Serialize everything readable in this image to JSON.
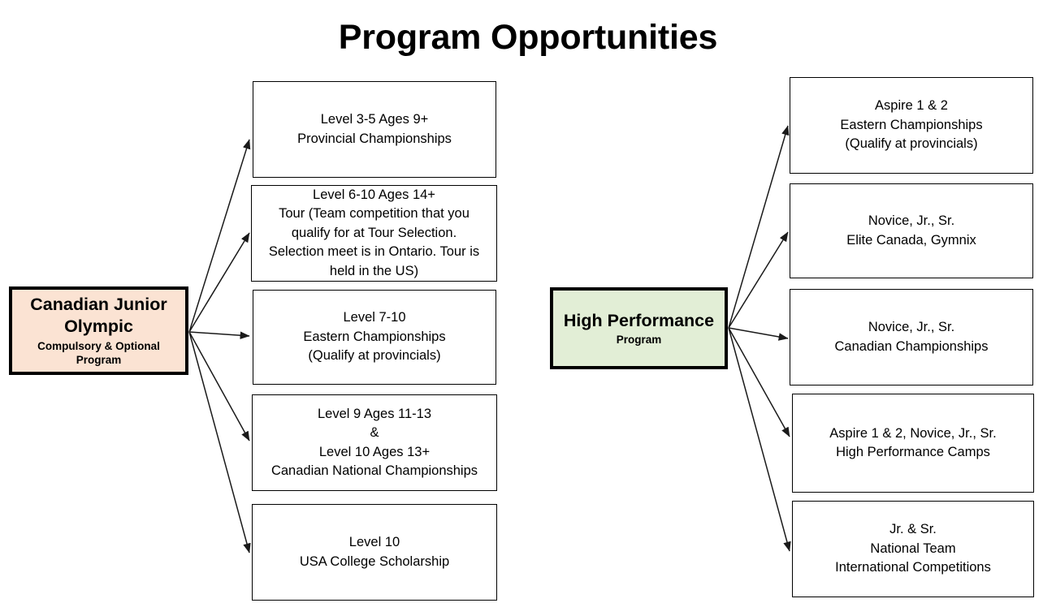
{
  "title": "Program Opportunities",
  "colors": {
    "background": "#ffffff",
    "outline": "#000000",
    "text": "#000000",
    "cjo_fill": "#fbe3d3",
    "hp_fill": "#e2eed6"
  },
  "sources": [
    {
      "id": "canadian-junior-olympic",
      "main": "Canadian Junior\nOlympic",
      "sub": "Compulsory & Optional\nProgram",
      "fill": "#fbe3d3"
    },
    {
      "id": "high-performance",
      "main": "High Performance",
      "sub": "Program",
      "fill": "#e2eed6"
    }
  ],
  "left_branch": {
    "source": "Canadian Junior Olympic",
    "items": [
      {
        "id": "level-3-5",
        "text": "Level 3-5 Ages 9+\nProvincial Championships"
      },
      {
        "id": "level-6-10-tour",
        "text": "Level 6-10 Ages 14+\nTour (Team competition that you\nqualify for at Tour Selection.\nSelection meet is in Ontario. Tour is\nheld in the US)"
      },
      {
        "id": "level-7-10-eastern",
        "text": "Level 7-10\nEastern Championships\n(Qualify at provincials)"
      },
      {
        "id": "level-9-10-nationals",
        "text": "Level 9 Ages 11-13\n&\nLevel 10 Ages 13+\nCanadian National Championships"
      },
      {
        "id": "level-10-scholarship",
        "text": "Level 10\nUSA College Scholarship"
      }
    ]
  },
  "right_branch": {
    "source": "High Performance",
    "items": [
      {
        "id": "aspire-eastern",
        "text": "Aspire 1 & 2\nEastern Championships\n(Qualify at provincials)"
      },
      {
        "id": "elite-canada-gymnix",
        "text": "Novice, Jr., Sr.\nElite Canada, Gymnix"
      },
      {
        "id": "canadian-championships",
        "text": "Novice, Jr., Sr.\nCanadian Championships"
      },
      {
        "id": "high-performance-camps",
        "text": "Aspire 1 & 2, Novice, Jr., Sr.\nHigh Performance Camps"
      },
      {
        "id": "national-team-international",
        "text": "Jr. & Sr.\nNational Team\nInternational Competitions"
      }
    ]
  }
}
